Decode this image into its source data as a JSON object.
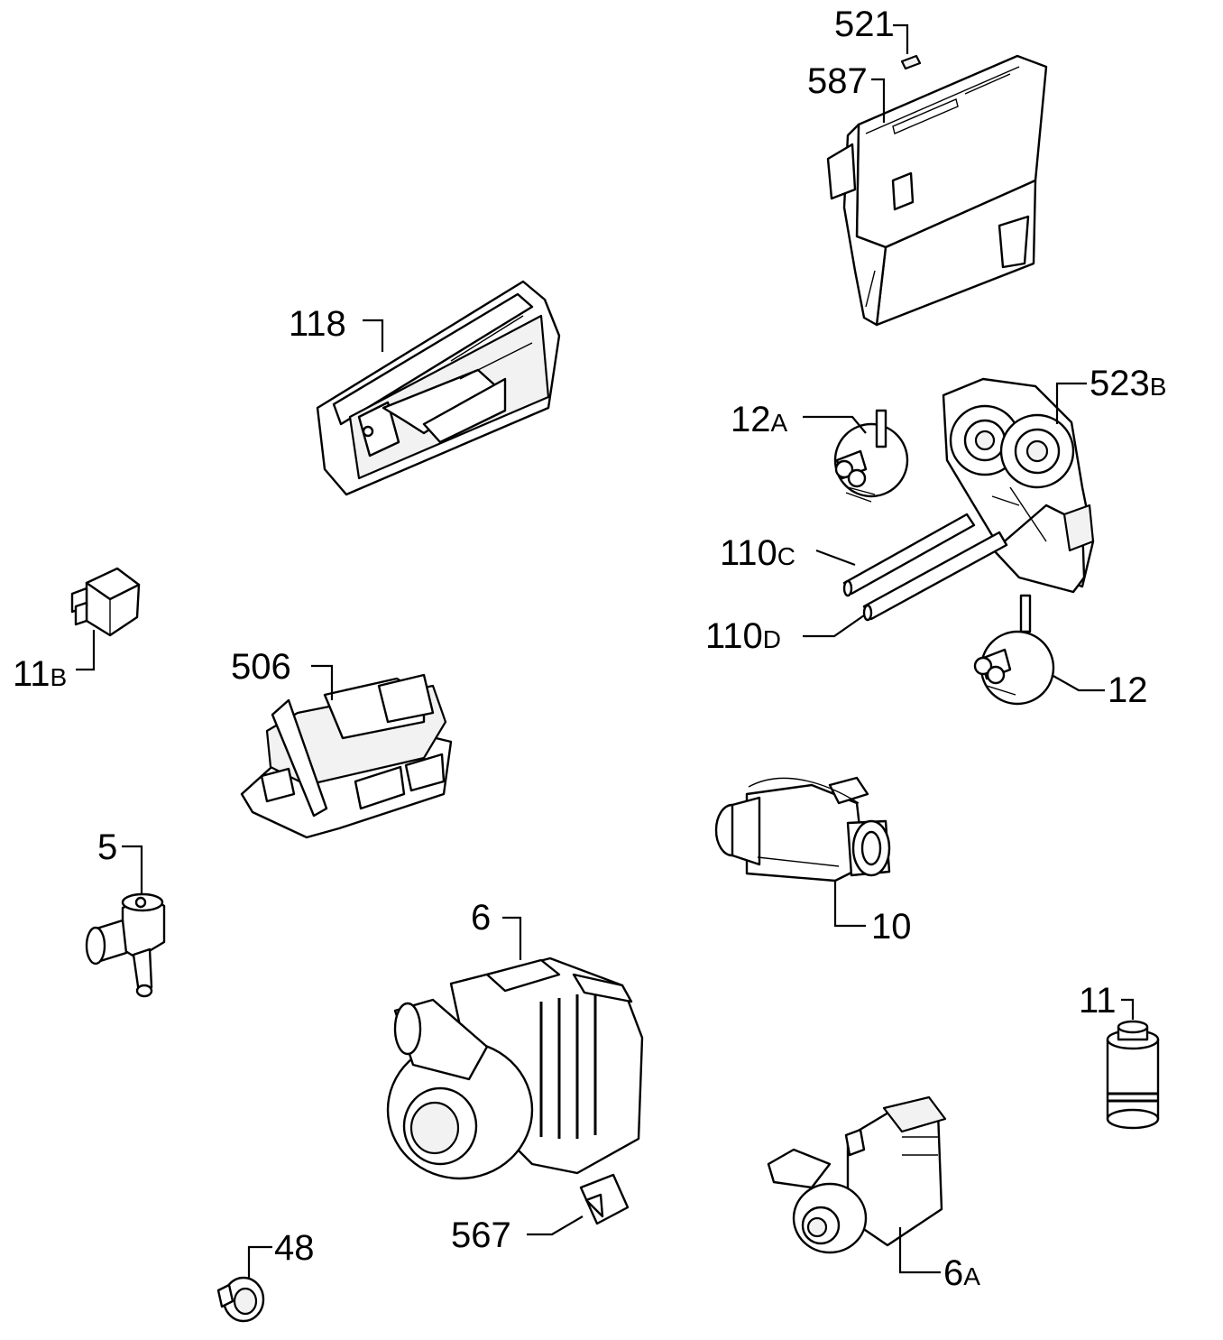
{
  "parts": [
    {
      "id": "p521",
      "main": "521",
      "suffix": ""
    },
    {
      "id": "p587",
      "main": "587",
      "suffix": ""
    },
    {
      "id": "p118",
      "main": "118",
      "suffix": ""
    },
    {
      "id": "p523b",
      "main": "523",
      "suffix": "B"
    },
    {
      "id": "p12a",
      "main": "12",
      "suffix": "A"
    },
    {
      "id": "p110c",
      "main": "110",
      "suffix": "C"
    },
    {
      "id": "p110d",
      "main": "110",
      "suffix": "D"
    },
    {
      "id": "p12",
      "main": "12",
      "suffix": ""
    },
    {
      "id": "p11b",
      "main": "11",
      "suffix": "B"
    },
    {
      "id": "p506",
      "main": "506",
      "suffix": ""
    },
    {
      "id": "p10",
      "main": "10",
      "suffix": ""
    },
    {
      "id": "p5",
      "main": "5",
      "suffix": ""
    },
    {
      "id": "p6",
      "main": "6",
      "suffix": ""
    },
    {
      "id": "p11",
      "main": "11",
      "suffix": ""
    },
    {
      "id": "p567",
      "main": "567",
      "suffix": ""
    },
    {
      "id": "p6a",
      "main": "6",
      "suffix": "A"
    },
    {
      "id": "p48",
      "main": "48",
      "suffix": ""
    }
  ]
}
